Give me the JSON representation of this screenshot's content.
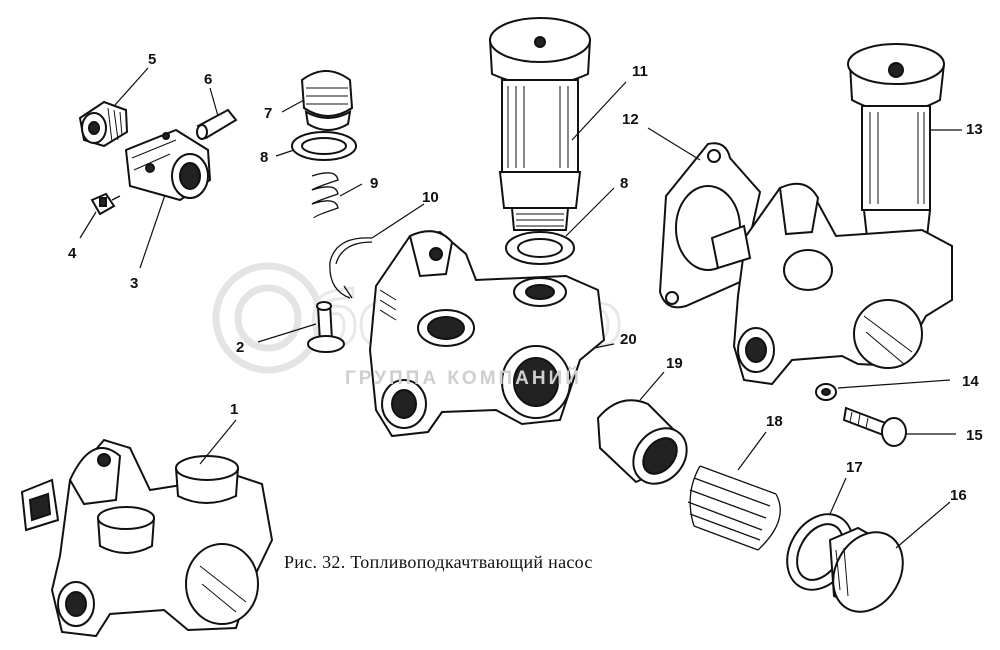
{
  "figure": {
    "caption": "Рис. 32. Топливоподкачтвающий насос",
    "watermark": {
      "main": "белагро",
      "sub": "ГРУППА КОМПАНИЙ"
    }
  },
  "callouts": [
    {
      "id": "1",
      "label": "1"
    },
    {
      "id": "2",
      "label": "2"
    },
    {
      "id": "3",
      "label": "3"
    },
    {
      "id": "4",
      "label": "4"
    },
    {
      "id": "5",
      "label": "5"
    },
    {
      "id": "6",
      "label": "6"
    },
    {
      "id": "7",
      "label": "7"
    },
    {
      "id": "8a",
      "label": "8"
    },
    {
      "id": "8b",
      "label": "8"
    },
    {
      "id": "9",
      "label": "9"
    },
    {
      "id": "10",
      "label": "10"
    },
    {
      "id": "11",
      "label": "11"
    },
    {
      "id": "12",
      "label": "12"
    },
    {
      "id": "13",
      "label": "13"
    },
    {
      "id": "14",
      "label": "14"
    },
    {
      "id": "15",
      "label": "15"
    },
    {
      "id": "16",
      "label": "16"
    },
    {
      "id": "17",
      "label": "17"
    },
    {
      "id": "18",
      "label": "18"
    },
    {
      "id": "19",
      "label": "19"
    },
    {
      "id": "20",
      "label": "20"
    }
  ]
}
